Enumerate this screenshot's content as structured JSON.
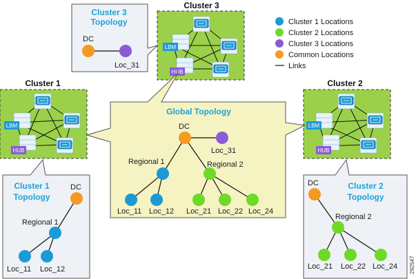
{
  "colors": {
    "cluster1": "#1b9ad6",
    "cluster2": "#6fd928",
    "cluster3": "#8a5cd6",
    "common": "#f39a1f",
    "cluster_fill": "#9bd14a",
    "global_fill": "#f5f3c2",
    "topo_fill": "#eef1f5"
  },
  "legend": [
    {
      "label": "Cluster 1 Locations",
      "color_key": "cluster1"
    },
    {
      "label": "Cluster 2 Locations",
      "color_key": "cluster2"
    },
    {
      "label": "Cluster 3 Locations",
      "color_key": "cluster3"
    },
    {
      "label": "Common Locations",
      "color_key": "common"
    }
  ],
  "links_label": "Links",
  "clusters": {
    "c1": {
      "title": "Cluster 1",
      "lbm": "LBM",
      "hub": "HUB"
    },
    "c2": {
      "title": "Cluster 2",
      "lbm": "LBM",
      "hub": "HUB"
    },
    "c3": {
      "title": "Cluster 3",
      "lbm": "LBM",
      "hub": "HUB"
    }
  },
  "cluster3_topology": {
    "title_line1": "Cluster 3",
    "title_line2": "Topology",
    "dc": "DC",
    "loc": "Loc_31"
  },
  "cluster1_topology": {
    "title_line1": "Cluster 1",
    "title_line2": "Topology",
    "dc": "DC",
    "regional": "Regional 1",
    "locs": [
      "Loc_11",
      "Loc_12"
    ]
  },
  "cluster2_topology": {
    "title_line1": "Cluster 2",
    "title_line2": "Topology",
    "dc": "DC",
    "regional": "Regional 2",
    "locs": [
      "Loc_21",
      "Loc_22",
      "Loc_24"
    ]
  },
  "global_topology": {
    "title": "Global Topology",
    "dc": "DC",
    "loc31": "Loc_31",
    "regional1": "Regional 1",
    "regional2": "Regional 2",
    "locs1": [
      "Loc_11",
      "Loc_12"
    ],
    "locs2": [
      "Loc_21",
      "Loc_22",
      "Loc_24"
    ]
  },
  "figure_number": "292547"
}
